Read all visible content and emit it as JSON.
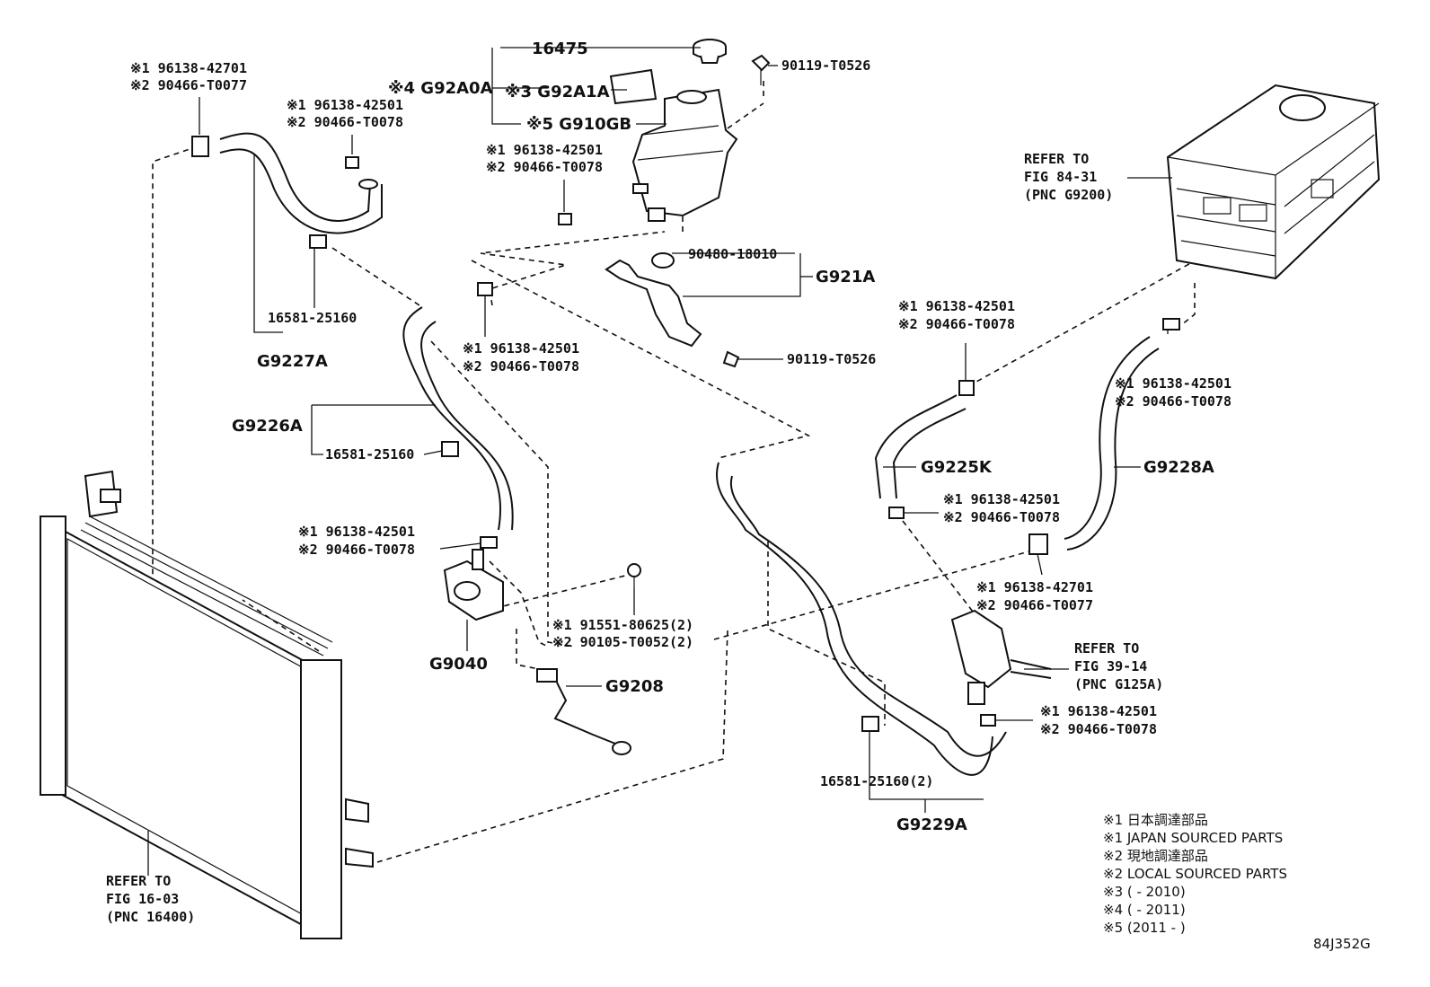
{
  "labels": {
    "p16475": "16475",
    "p90119a": "90119-T0526",
    "p90119b": "90119-T0526",
    "g92a0a": "※4 G92A0A",
    "g92a1a": "※3 G92A1A",
    "g910gb": "※5 G910GB",
    "clip_tl_1": "※1 96138-42701",
    "clip_tl_2": "※2 90466-T0077",
    "clip_t2_1": "※1 96138-42501",
    "clip_t2_2": "※2 90466-T0078",
    "clip_t3_1": "※1 96138-42501",
    "clip_t3_2": "※2 90466-T0078",
    "p90480": "90480-18010",
    "g921a": "G921A",
    "clip_m_1": "※1 96138-42501",
    "clip_m_2": "※2 90466-T0078",
    "p16581a": "16581-25160",
    "g9227a": "G9227A",
    "g9226a": "G9226A",
    "p16581b": "16581-25160",
    "clip_l_1": "※1 96138-42501",
    "clip_l_2": "※2 90466-T0078",
    "bolt_1": "※1 91551-80625(2)",
    "bolt_2": "※2 90105-T0052(2)",
    "g9040": "G9040",
    "g9208": "G9208",
    "refer_r1_a": "REFER TO",
    "refer_r1_b": "FIG 84-31",
    "refer_r1_c": "(PNC G9200)",
    "clip_r1_1": "※1 96138-42501",
    "clip_r1_2": "※2 90466-T0078",
    "clip_r2_1": "※1 96138-42501",
    "clip_r2_2": "※2 90466-T0078",
    "g9225k": "G9225K",
    "g9228a": "G9228A",
    "clip_r3_1": "※1 96138-42501",
    "clip_r3_2": "※2 90466-T0078",
    "clip_r4_1": "※1 96138-42701",
    "clip_r4_2": "※2 90466-T0077",
    "refer_r2_a": "REFER TO",
    "refer_r2_b": "FIG 39-14",
    "refer_r2_c": "(PNC G125A)",
    "clip_r5_1": "※1 96138-42501",
    "clip_r5_2": "※2 90466-T0078",
    "p16581c": "16581-25160(2)",
    "g9229a": "G9229A",
    "refer_l_a": "REFER TO",
    "refer_l_b": "FIG 16-03",
    "refer_l_c": "(PNC 16400)",
    "diagram_id": "84J352G"
  },
  "legend": [
    "※1 日本調達部品",
    "※1 JAPAN SOURCED PARTS",
    "※2 現地調達部品",
    "※2 LOCAL SOURCED PARTS",
    "※3 (     - 2010)",
    "※4 (     - 2011)",
    "※5 (2011 -     )"
  ]
}
